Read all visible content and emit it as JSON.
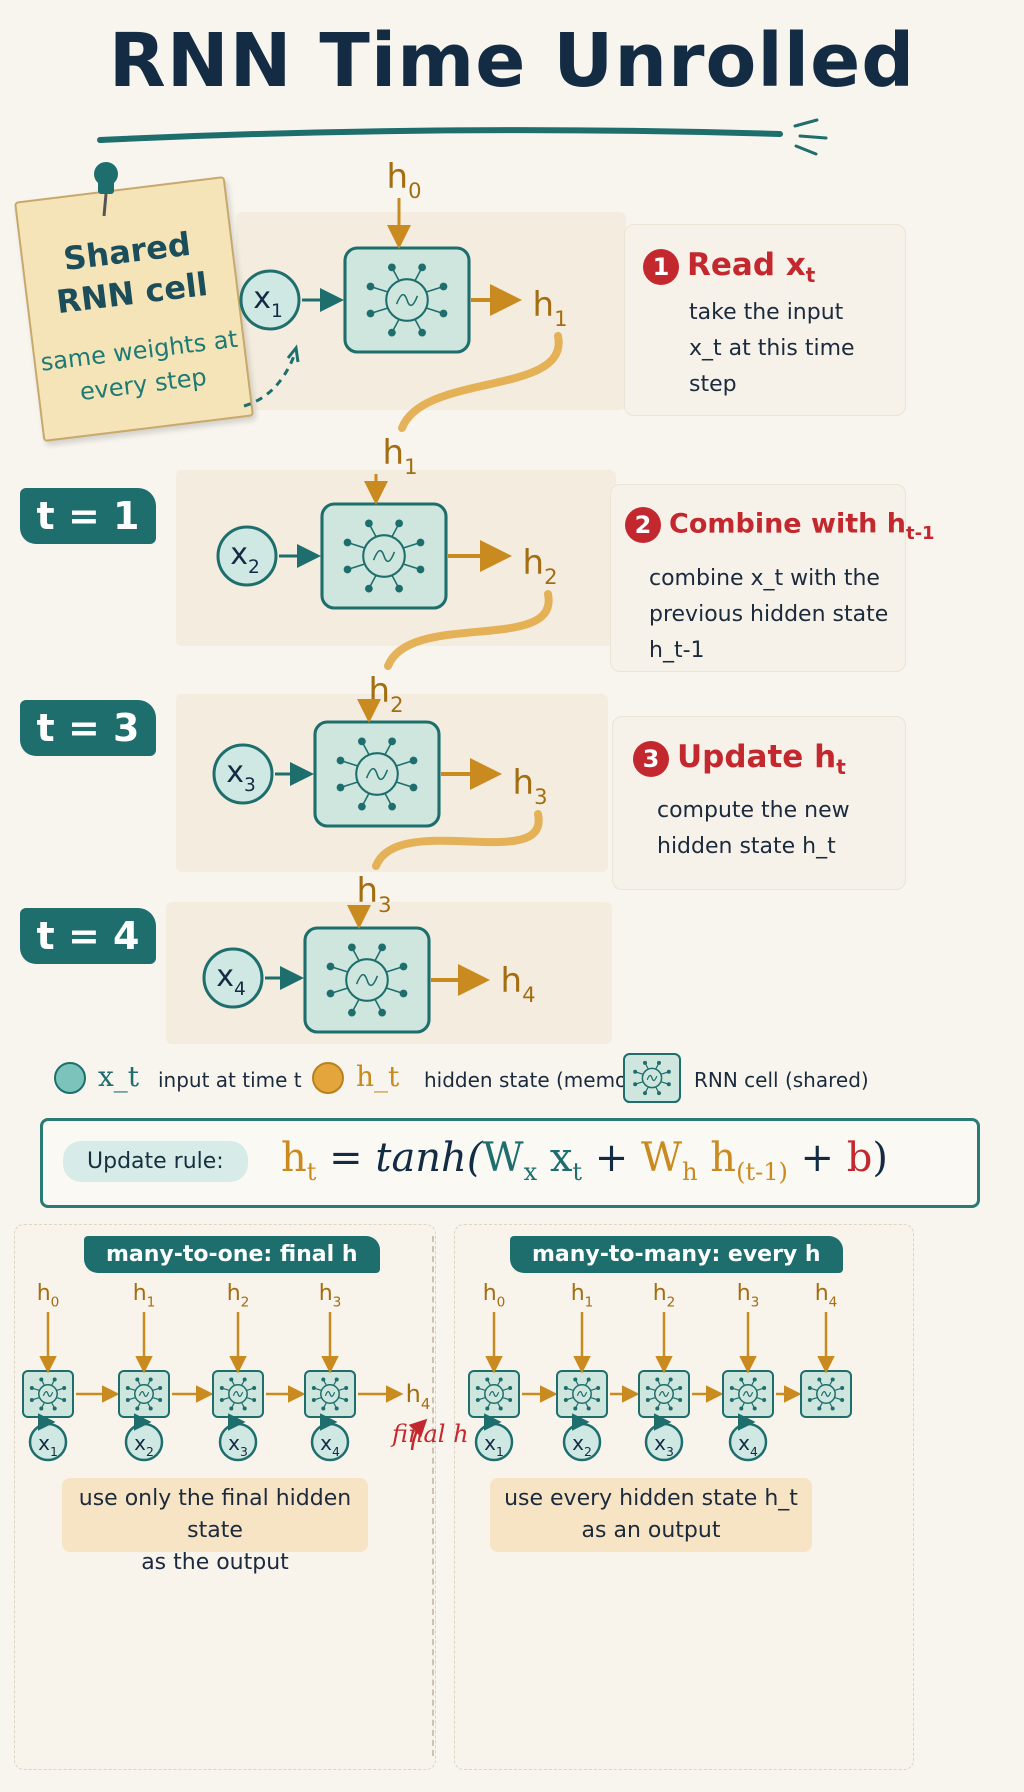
{
  "title": "RNN Time Unrolled",
  "note": {
    "title": "Shared RNN cell",
    "subtitle": "same weights at every step"
  },
  "time_tags": [
    "t = 1",
    "t = 3",
    "t = 4"
  ],
  "steps": [
    {
      "num": "1",
      "title": "Read x",
      "title_sub": "t",
      "body": [
        "take the input",
        "x_t at this time",
        "step"
      ]
    },
    {
      "num": "2",
      "title": "Combine with h",
      "title_sub": "t-1",
      "body": [
        "combine x_t with the",
        "previous hidden state",
        "h_t-1"
      ]
    },
    {
      "num": "3",
      "title": "Update h",
      "title_sub": "t",
      "body": [
        "compute the new",
        "hidden state h_t"
      ]
    }
  ],
  "unrolled": {
    "h0": "h0",
    "rows": [
      {
        "x": "x1",
        "h_out": "h1",
        "h_in": "h0"
      },
      {
        "x": "x2",
        "h_out": "h2",
        "h_in": "h1"
      },
      {
        "x": "x3",
        "h_out": "h3",
        "h_in": "h2"
      },
      {
        "x": "x4",
        "h_out": "h4",
        "h_in": "h3"
      }
    ]
  },
  "legend": [
    {
      "symbol": "x_t",
      "label": "input at time t",
      "color": "#7cc4bb"
    },
    {
      "symbol": "h_t",
      "label": "hidden state (memory)",
      "color": "#e3a53c"
    },
    {
      "symbol": "cell-icon",
      "label": "RNN cell (shared)",
      "color": "#cfe6df"
    }
  ],
  "update_rule": {
    "label": "Update rule:",
    "formula": "h_t = tanh(W_x x_t + W_h h_(t-1) + b)"
  },
  "many_to_one": {
    "tag": "many-to-one: final h",
    "h": [
      "h0",
      "h1",
      "h2",
      "h3"
    ],
    "x": [
      "x1",
      "x2",
      "x3",
      "x4"
    ],
    "out": "h4",
    "out_note": "final h",
    "caption": [
      "use only the final hidden state",
      "as the output"
    ]
  },
  "many_to_many": {
    "tag": "many-to-many: every h",
    "h": [
      "h0",
      "h1",
      "h2",
      "h3",
      "h4"
    ],
    "x": [
      "x1",
      "x2",
      "x3",
      "x4"
    ],
    "caption": [
      "use every hidden state h_t",
      "as an output"
    ]
  },
  "colors": {
    "teal": "#1d6e6c",
    "teal_light": "#cfe6df",
    "orange": "#c98a1f",
    "red": "#c3282e",
    "navy": "#132c44"
  }
}
